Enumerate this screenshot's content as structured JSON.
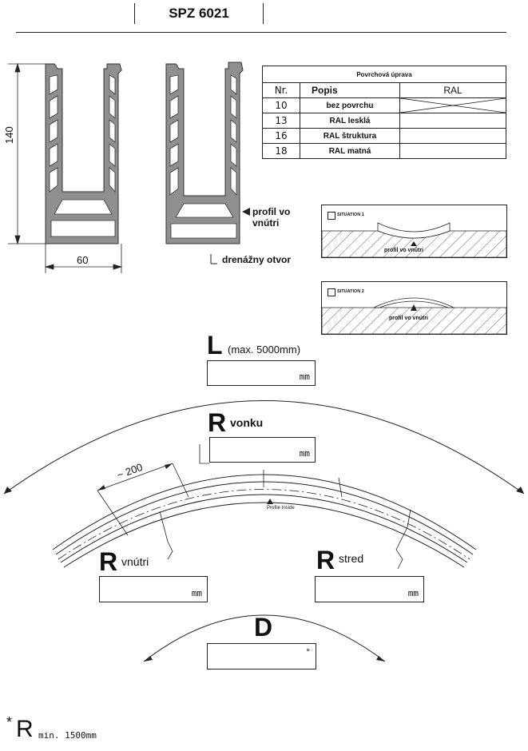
{
  "header": {
    "title": "SPZ 6021"
  },
  "profile": {
    "dim_height": "140",
    "dim_width": "60",
    "inside_label_1": "profil vo",
    "inside_label_2": "vnútri",
    "drain_label": "drenážny otvor"
  },
  "finish_table": {
    "caption": "Povrchová úprava",
    "headers": {
      "nr": "Nr.",
      "desc": "Popis",
      "ral": "RAL"
    },
    "rows": [
      {
        "nr": "10",
        "desc": "bez povrchu"
      },
      {
        "nr": "13",
        "desc": "RAL lesklá"
      },
      {
        "nr": "16",
        "desc": "RAL štruktura"
      },
      {
        "nr": "18",
        "desc": "RAL  matná"
      }
    ]
  },
  "situations": [
    {
      "label": "SITUATION 1",
      "note": "profil vo vnútri"
    },
    {
      "label": "SITUATION 2",
      "note": "profil vo vnútri"
    }
  ],
  "length": {
    "letter": "L",
    "note": "(max. 5000mm)",
    "unit": "mm"
  },
  "radius_outer": {
    "letter": "R",
    "sub": "vonku",
    "unit": "mm"
  },
  "radius_inner": {
    "letter": "R",
    "sub": "vnútri",
    "unit": "mm"
  },
  "radius_center": {
    "letter": "R",
    "sub": "stred",
    "unit": "mm"
  },
  "angle": {
    "letter": "D",
    "unit": "°"
  },
  "arc": {
    "spacing": "~ 200",
    "inside_note": "Profile Inside"
  },
  "footnote": {
    "star": "*",
    "letter": "R",
    "text": "min. 1500mm"
  }
}
